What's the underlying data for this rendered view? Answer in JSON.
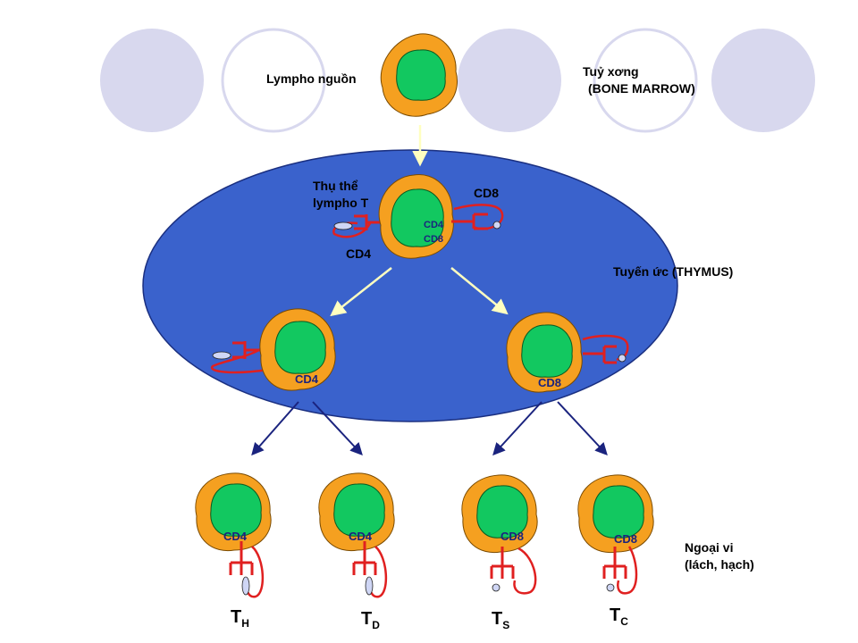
{
  "labels": {
    "source": "Lympho nguồn",
    "marrow_vn": "Tuỷ xơng",
    "marrow_en": "(BONE MARROW)",
    "receptor_line1": "Thụ thể",
    "receptor_line2": "lympho T",
    "top_cd8": "CD8",
    "top_cd4": "CD4",
    "dp_cd4": "CD4",
    "dp_cd8": "CD8",
    "thymus": "Tuyến ức (THYMUS)",
    "left_cd4": "CD4",
    "right_cd8": "CD8",
    "periphery_line1": "Ngoại vi",
    "periphery_line2": "(lách, hạch)"
  },
  "bottom_cells": [
    {
      "marker": "CD4",
      "t_main": "T",
      "t_sub": "H"
    },
    {
      "marker": "CD4",
      "t_main": "T",
      "t_sub": "D"
    },
    {
      "marker": "CD8",
      "t_main": "T",
      "t_sub": "S"
    },
    {
      "marker": "CD8",
      "t_main": "T",
      "t_sub": "C"
    }
  ],
  "colors": {
    "thymus_fill": "#3a62cc",
    "cell_orange": "#f5a020",
    "cell_nucleus": "#12c860",
    "receptor_red": "#e02020",
    "arrow_yellow": "#ffffc0",
    "arrow_navy": "#1a237e",
    "marker_blue": "#1a237e",
    "deco_circle_fill": "#d8d8ee",
    "deco_circle_stroke": "#d8d8ee"
  }
}
